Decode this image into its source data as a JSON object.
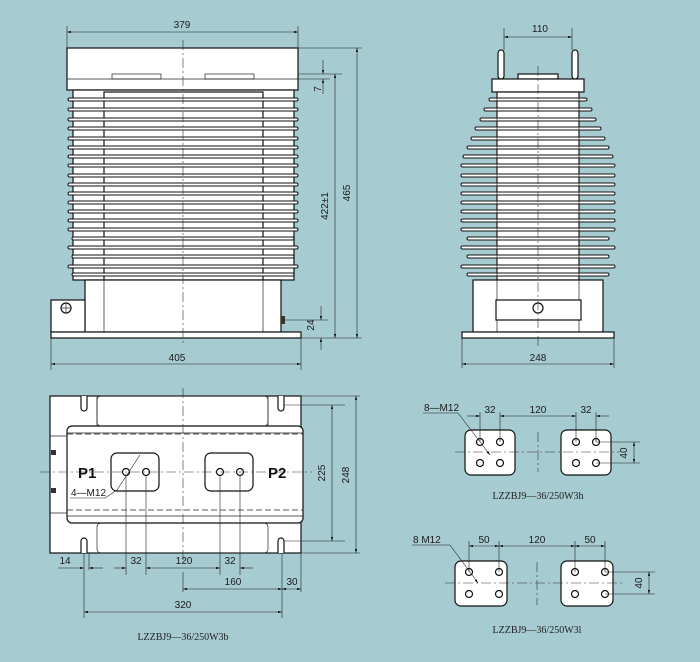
{
  "background_color": "#a6cbd1",
  "front_view": {
    "dims": {
      "top_width": "379",
      "top_gap": "7",
      "height_inner": "422±1",
      "height_total": "465",
      "base_offset": "24",
      "base_width": "405"
    }
  },
  "side_view": {
    "dims": {
      "terminal_spacing": "110",
      "base_width": "248"
    }
  },
  "top_view": {
    "labels": {
      "p1": "P1",
      "p2": "P2",
      "bolt_note": "4—M12"
    },
    "dims": {
      "inner_height": "225",
      "outer_height": "248",
      "d14": "14",
      "d32_left": "32",
      "d120": "120",
      "d32_right": "32",
      "d160": "160",
      "d30": "30",
      "d320": "320"
    },
    "caption": "LZZBJ9—36/250W3b"
  },
  "terminal_detail_1": {
    "bolt_note": "8—M12",
    "dims": {
      "d32_left": "32",
      "d120": "120",
      "d32_right": "32",
      "d40": "40"
    },
    "caption": "LZZBJ9—36/250W3h"
  },
  "terminal_detail_2": {
    "bolt_note": "8  M12",
    "dims": {
      "d50_left": "50",
      "d120": "120",
      "d50_right": "50",
      "d40": "40"
    },
    "caption": "LZZBJ9—36/250W3l"
  }
}
